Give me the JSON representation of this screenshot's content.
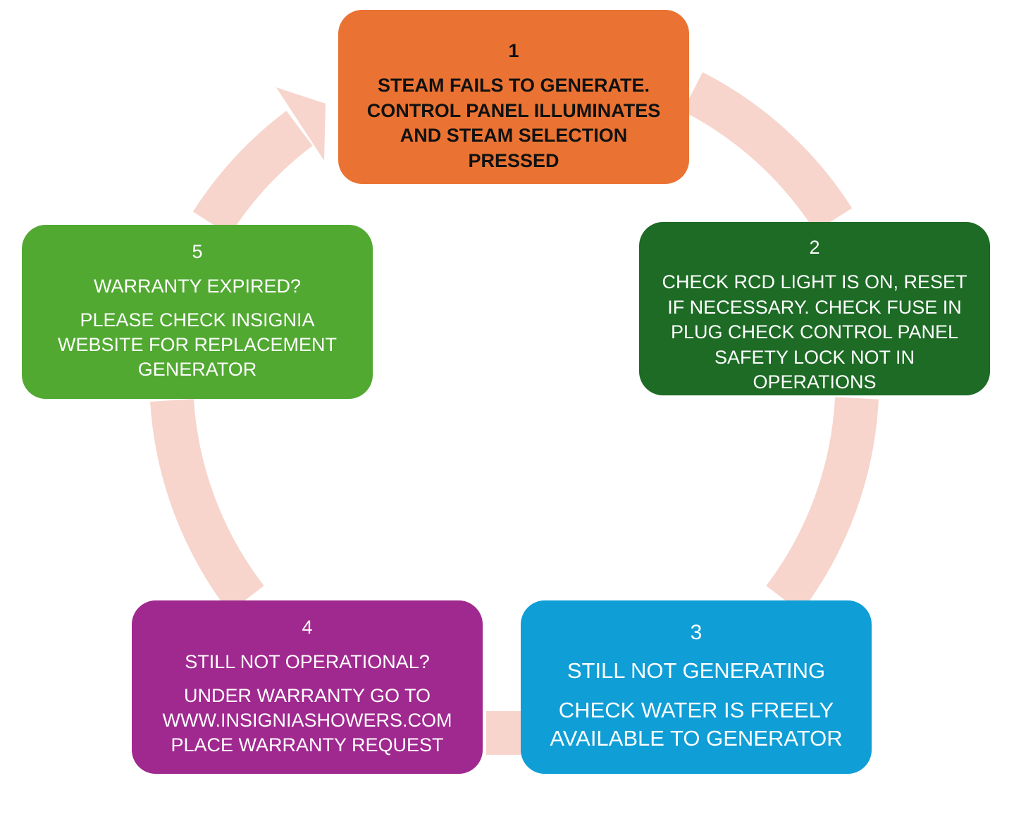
{
  "colors": {
    "ring": "#f7d5cc",
    "step1": "#ea7333",
    "step2": "#1d6b25",
    "step3": "#0f9ed6",
    "step4": "#a0298f",
    "step5": "#51a932"
  },
  "steps": [
    {
      "number": "1",
      "title": "",
      "body_lines": [
        "STEAM FAILS TO GENERATE.",
        "CONTROL PANEL ILLUMINATES",
        "AND STEAM SELECTION",
        "PRESSED"
      ]
    },
    {
      "number": "2",
      "title": "",
      "body_lines": [
        "CHECK RCD LIGHT IS ON, RESET",
        "IF NECESSARY. CHECK FUSE IN",
        "PLUG CHECK CONTROL PANEL",
        "SAFETY LOCK NOT IN",
        "OPERATIONS"
      ]
    },
    {
      "number": "3",
      "title": "STILL NOT GENERATING",
      "body_lines": [
        "CHECK WATER IS FREELY",
        "AVAILABLE TO GENERATOR"
      ]
    },
    {
      "number": "4",
      "title": "STILL NOT OPERATIONAL?",
      "body_lines": [
        "UNDER WARRANTY GO TO",
        "WWW.INSIGNIASHOWERS.COM",
        "PLACE WARRANTY REQUEST"
      ]
    },
    {
      "number": "5",
      "title": "WARRANTY EXPIRED?",
      "body_lines": [
        "PLEASE CHECK INSIGNIA",
        "WEBSITE FOR REPLACEMENT",
        "GENERATOR"
      ]
    }
  ]
}
